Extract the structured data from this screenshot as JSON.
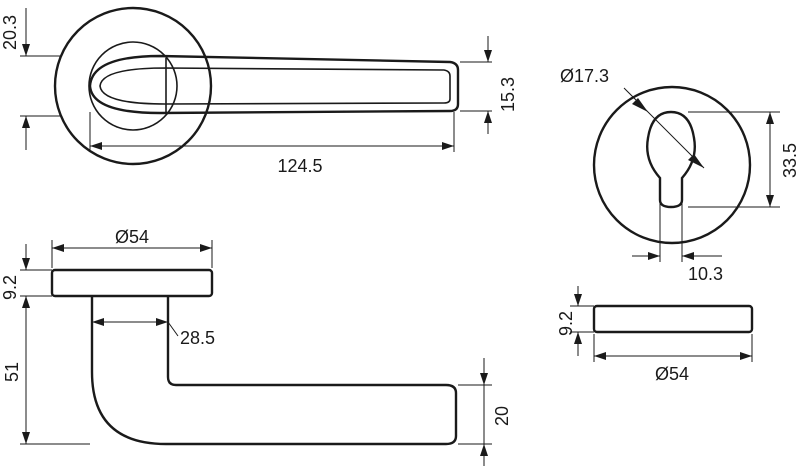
{
  "dimensions": {
    "rose_height": "20.3",
    "lever_height": "15.3",
    "lever_length": "124.5",
    "cylinder_diameter": "Ø17.3",
    "cylinder_height": "33.5",
    "cylinder_width": "10.3",
    "side_rose_diameter": "Ø54",
    "side_rose_thickness": "9.2",
    "neck_width": "28.5",
    "lever_drop": "51",
    "grip_height": "20",
    "escutcheon_thickness": "9.2",
    "escutcheon_diameter": "Ø54"
  },
  "colors": {
    "line": "#1a1a1a",
    "background": "#ffffff"
  }
}
